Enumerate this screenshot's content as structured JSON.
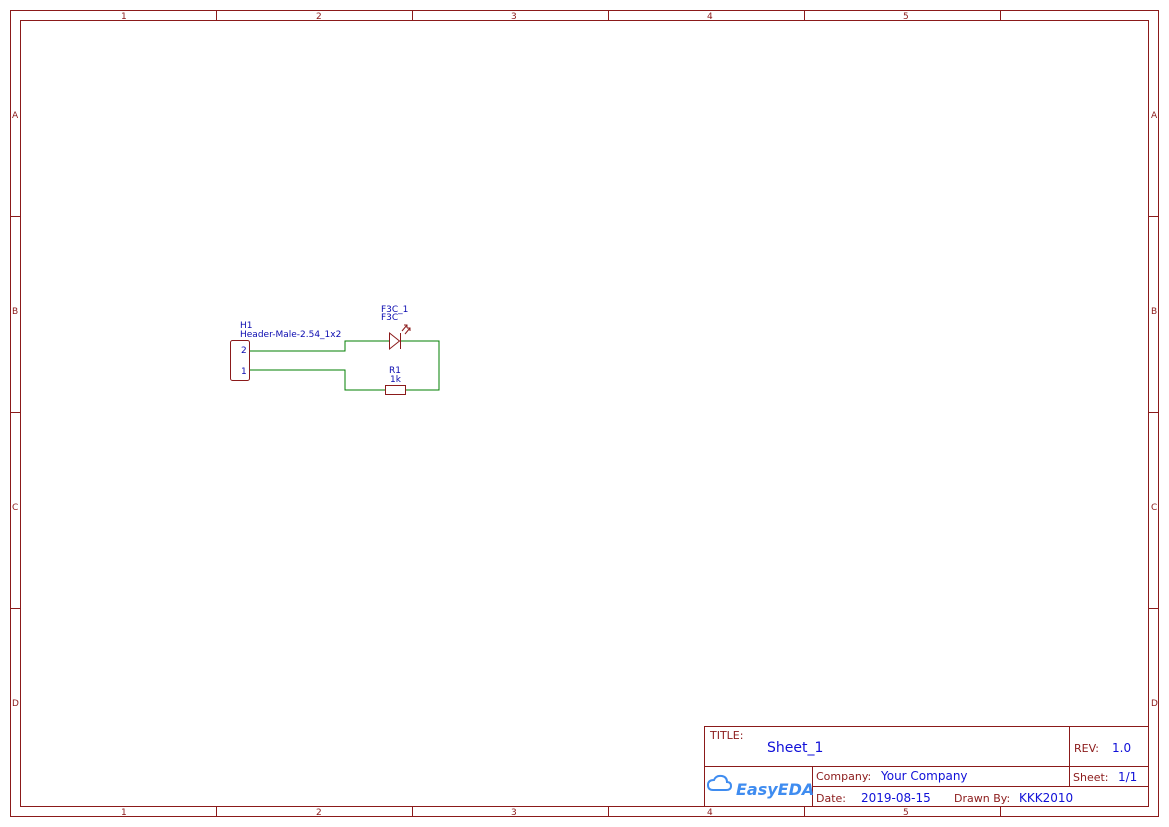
{
  "zones": {
    "cols": [
      "1",
      "2",
      "3",
      "4",
      "5"
    ],
    "rows": [
      "A",
      "B",
      "C",
      "D"
    ]
  },
  "components": {
    "header": {
      "ref": "H1",
      "value": "Header-Male-2.54_1x2",
      "pin2": "2",
      "pin1": "1"
    },
    "led": {
      "ref": "F3C_1",
      "value": "F3C"
    },
    "resistor": {
      "ref": "R1",
      "value": "1k"
    }
  },
  "title_block": {
    "title_label": "TITLE:",
    "title_value": "Sheet_1",
    "rev_label": "REV:",
    "rev_value": "1.0",
    "company_label": "Company:",
    "company_value": "Your Company",
    "sheet_label": "Sheet:",
    "sheet_value": "1/1",
    "date_label": "Date:",
    "date_value": "2019-08-15",
    "drawn_label": "Drawn By:",
    "drawn_value": "KKK2010",
    "logo_text": "EasyEDA"
  },
  "colors": {
    "frame": "#8b1a1a",
    "wire": "#007f00",
    "annotation": "#0b0bb0",
    "title_value": "#1010d8",
    "logo": "#3f8cf0"
  }
}
